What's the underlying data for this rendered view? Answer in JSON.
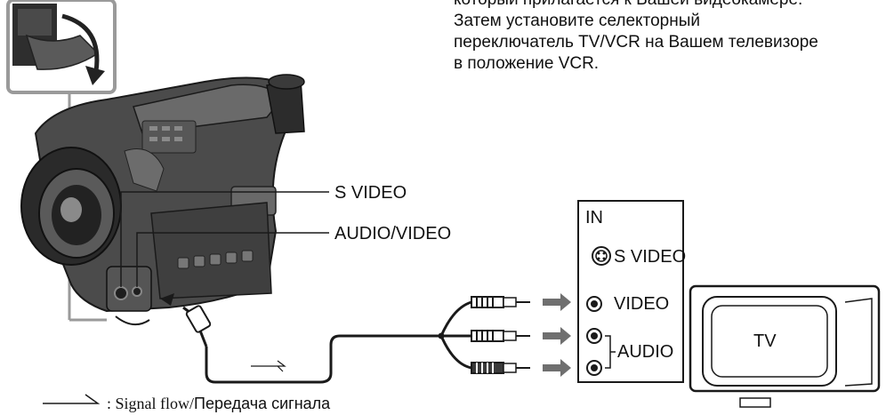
{
  "instruction": {
    "lines": [
      "который прилагается к Вашей видеокамере.",
      "Затем установите селекторный",
      "переключатель TV/VCR на Вашем телевизоре",
      "в положение VCR."
    ]
  },
  "camera_jacks": {
    "s_video": "S VIDEO",
    "audio_video": "AUDIO/VIDEO"
  },
  "tv_panel": {
    "in": "IN",
    "s_video": "S VIDEO",
    "video": "VIDEO",
    "audio": "AUDIO"
  },
  "tv": {
    "label": "TV"
  },
  "legend": {
    "prefix": ": Signal flow/",
    "russian": "Передача сигнала"
  },
  "colors": {
    "line": "#1a1a1a",
    "inset_border": "#9a9a9a",
    "arrow": "#6f6f6f",
    "camera_body": "#3a3a3a"
  }
}
